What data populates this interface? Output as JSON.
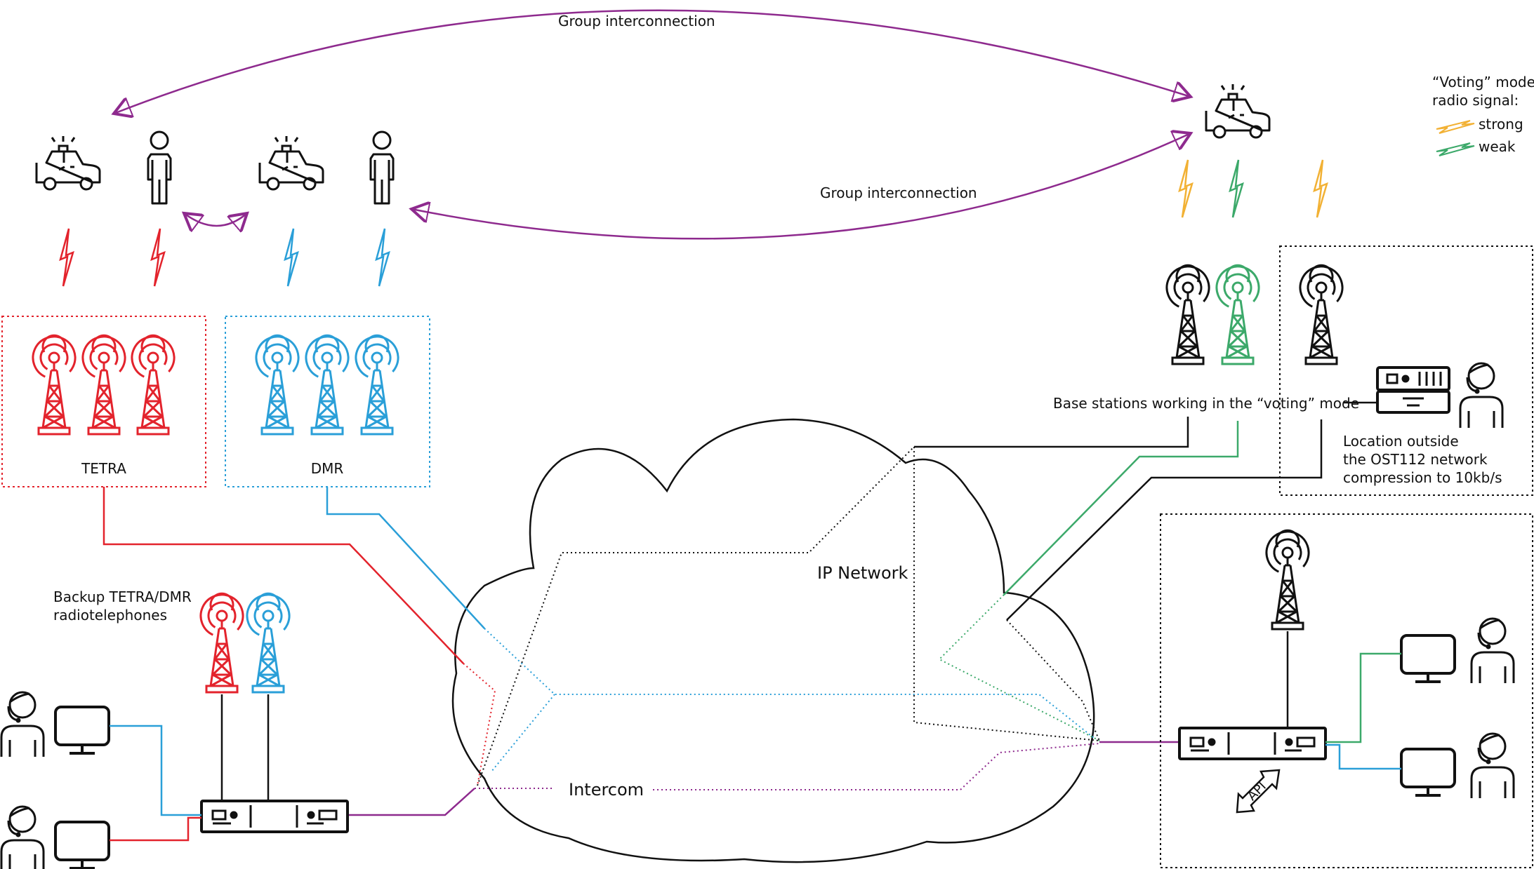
{
  "labels": {
    "group_top": "Group interconnection",
    "group_mid": "Group interconnection",
    "legend_title_1": "“Voting” mode",
    "legend_title_2": "radio signal:",
    "legend_strong": "strong",
    "legend_weak": "weak",
    "tetra": "TETRA",
    "dmr": "DMR",
    "backup_1": "Backup TETRA/DMR",
    "backup_2": "radiotelephones",
    "base_stations": "Base stations working in the “voting” mode",
    "location_1": "Location outside",
    "location_2": "the OST112 network",
    "location_3": "compression to 10kb/s",
    "ip_network": "IP Network",
    "intercom": "Intercom",
    "api": "API"
  },
  "colors": {
    "tetra": "#e3232c",
    "dmr": "#2a9fd8",
    "group": "#8e2a8e",
    "strong": "#f2b134",
    "weak": "#3ca96a",
    "line": "#111111"
  }
}
